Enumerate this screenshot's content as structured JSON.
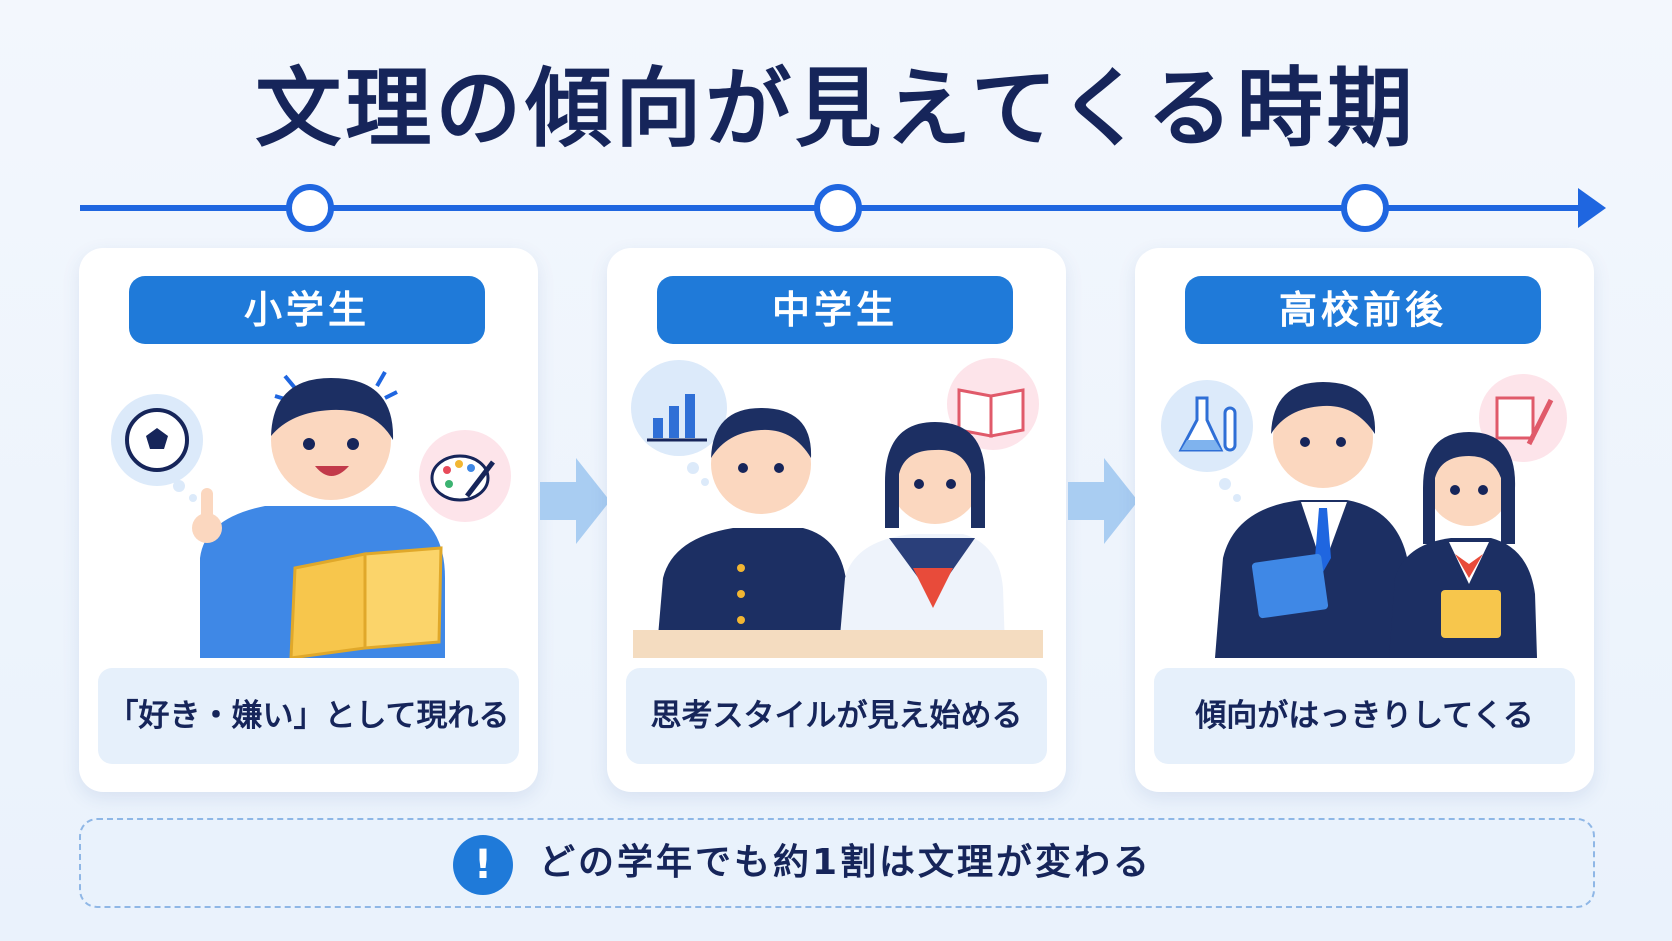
{
  "title": "文理の傾向が見えてくる時期",
  "colors": {
    "accent": "#1f7ad9",
    "navy": "#16255a",
    "caption_bg": "#e6f0fb",
    "arrow": "#9fc6ef"
  },
  "stages": [
    {
      "label": "小学生",
      "caption": "「好き・嫌い」として現れる",
      "icons": [
        "soccer-ball-icon",
        "paint-palette-icon"
      ]
    },
    {
      "label": "中学生",
      "caption": "思考スタイルが見え始める",
      "icons": [
        "bar-chart-icon",
        "open-book-icon"
      ]
    },
    {
      "label": "高校前後",
      "caption": "傾向がはっきりしてくる",
      "icons": [
        "flask-icon",
        "notebook-pen-icon"
      ]
    }
  ],
  "note": {
    "icon": "exclamation-icon",
    "text": "どの学年でも約1割は文理が変わる"
  }
}
